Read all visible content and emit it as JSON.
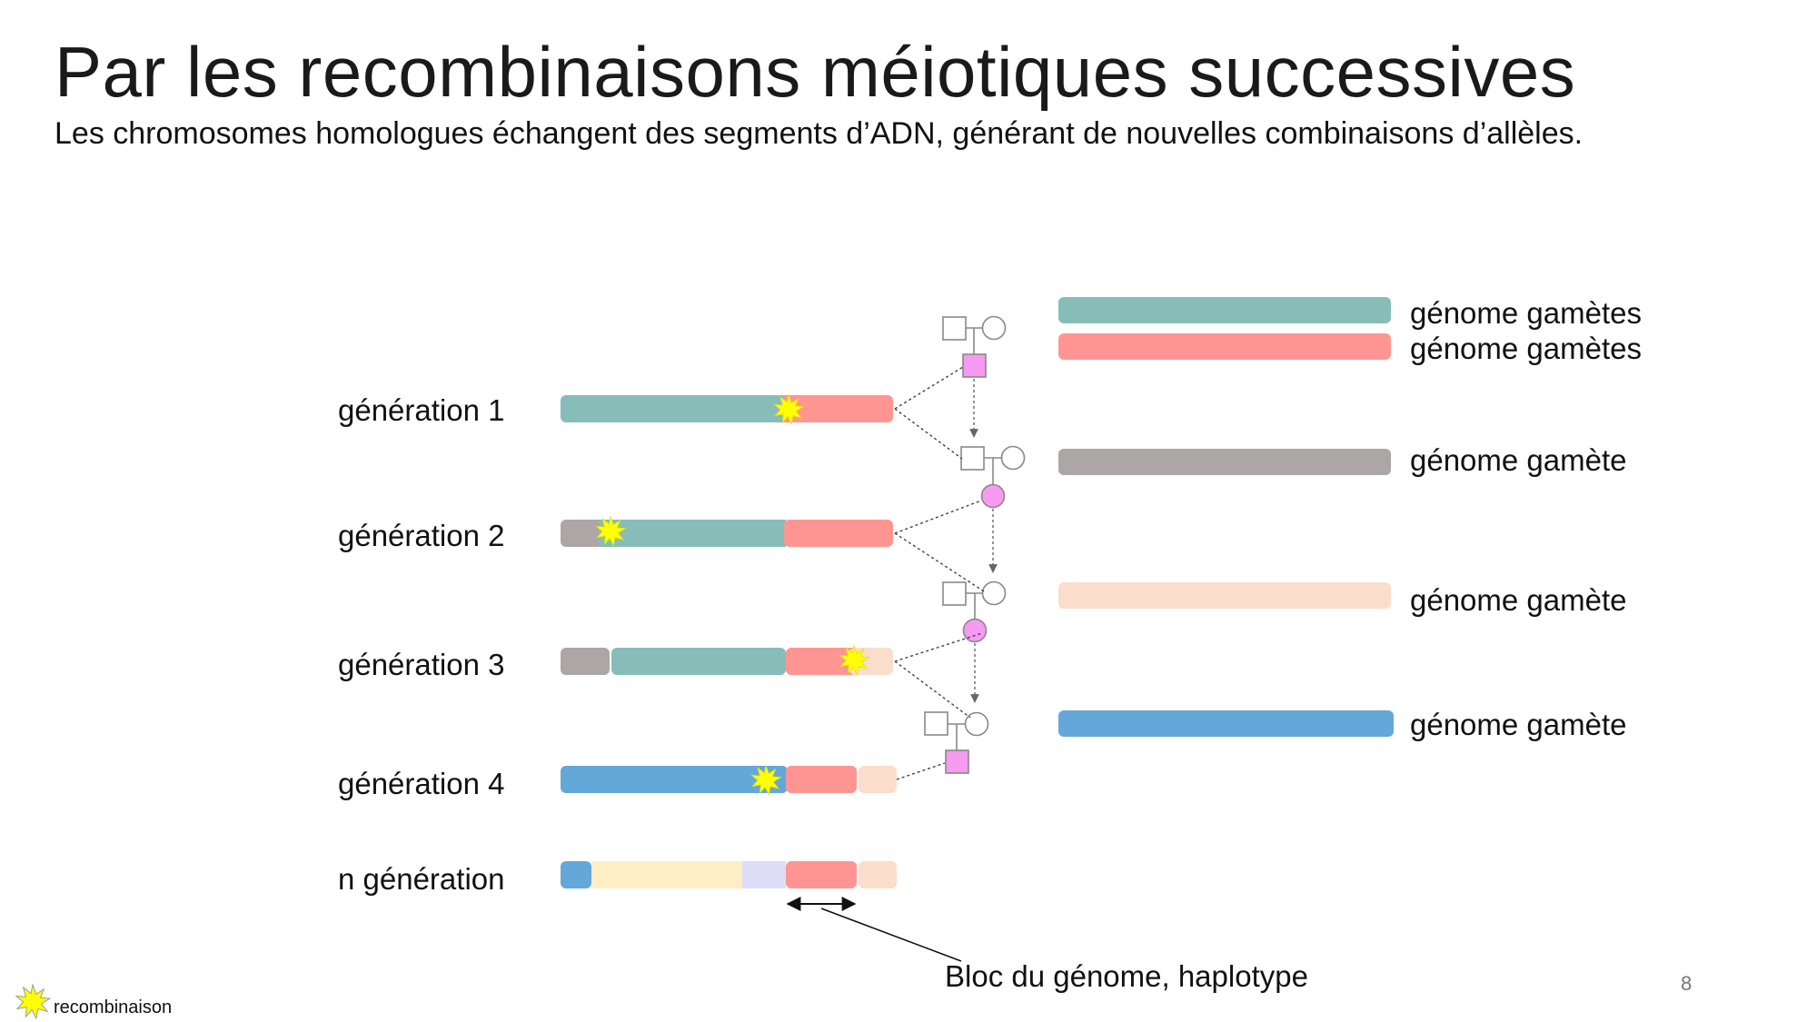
{
  "slide": {
    "title": "Par les recombinaisons méiotiques successives",
    "subtitle": "Les chromosomes homologues échangent des segments d’ADN, générant de nouvelles combinaisons d’allèles.",
    "page_number": "8"
  },
  "generations": [
    {
      "label": "génération 1"
    },
    {
      "label": "génération 2"
    },
    {
      "label": "génération 3"
    },
    {
      "label": "génération 4"
    },
    {
      "label": "n génération"
    }
  ],
  "gamete_labels": [
    "génome gamètes",
    "génome gamètes",
    "génome gamète",
    "génome gamète",
    "génome gamète"
  ],
  "annotation": {
    "bloc_label": "Bloc du génome, haplotype"
  },
  "legend": {
    "recombination_label": "recombinaison"
  },
  "colors": {
    "teal": "#86BDB9",
    "salmon": "#FF9593",
    "gray": "#ACA6A6",
    "peach": "#FADDCB",
    "blue": "#64A7D9",
    "cream": "#FDEEC6",
    "lavender": "#DDDDF8",
    "pedigree_affected": "#F69AF2",
    "star": "#FFFF00"
  },
  "icons": [
    "recombination-star-icon",
    "male-square-icon",
    "female-circle-icon",
    "arrow-down-icon",
    "double-arrow-icon"
  ]
}
